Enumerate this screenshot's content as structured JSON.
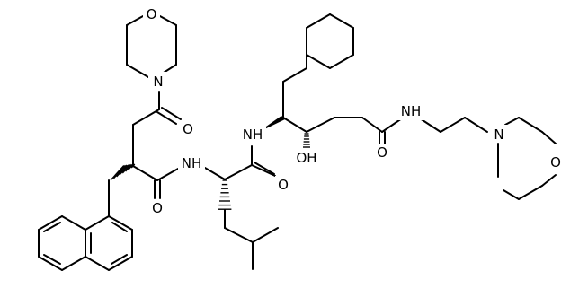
{
  "molecule": {
    "atoms": {
      "o_morph_left": "O",
      "n_morph_left": "N",
      "o_amide_left": "O",
      "nh_left": "NH",
      "o_amide_mid": "O",
      "nh_mid": "NH",
      "oh": "OH",
      "o_amide_right": "O",
      "nh_right": "NH",
      "n_morph_right": "N",
      "o_morph_right": "O"
    },
    "colors": {
      "bond": "#000000",
      "text": "#000000",
      "background": "#ffffff"
    }
  }
}
